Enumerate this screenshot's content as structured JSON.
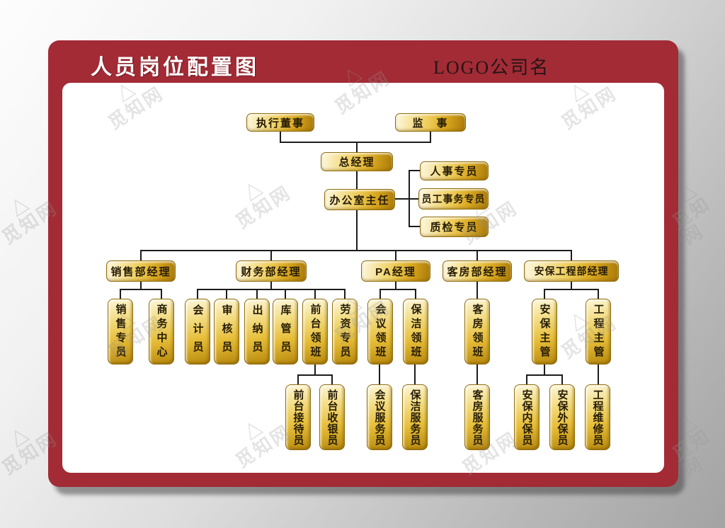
{
  "header": {
    "title": "人员岗位配置图",
    "logo_text": "LOGO公司名"
  },
  "watermark": {
    "text": "觅知网",
    "icon": "triangle-logo"
  },
  "colors": {
    "frame_red": "#a22b35",
    "gold_light": "#fdf8e3",
    "gold_dark": "#aa7a08",
    "connector": "#1c1c1c",
    "card_bg": "#ffffff"
  },
  "org": {
    "nodes": [
      {
        "id": "exec-director",
        "label": "执行董事",
        "reports_to": null
      },
      {
        "id": "supervisor",
        "label": "监　事",
        "reports_to": null
      },
      {
        "id": "general-manager",
        "label": "总经理",
        "reports_to": [
          "exec-director",
          "supervisor"
        ]
      },
      {
        "id": "office-director",
        "label": "办公室主任",
        "reports_to": [
          "general-manager"
        ]
      },
      {
        "id": "hr-specialist",
        "label": "人事专员",
        "reports_to": [
          "office-director"
        ]
      },
      {
        "id": "staff-affairs-specialist",
        "label": "员工事务专员",
        "reports_to": [
          "office-director"
        ]
      },
      {
        "id": "qc-specialist",
        "label": "质检专员",
        "reports_to": [
          "office-director"
        ]
      },
      {
        "id": "sales-manager",
        "label": "销售部经理",
        "reports_to": [
          "office-director"
        ]
      },
      {
        "id": "finance-manager",
        "label": "财务部经理",
        "reports_to": [
          "office-director"
        ]
      },
      {
        "id": "pa-manager",
        "label": "PA经理",
        "reports_to": [
          "office-director"
        ]
      },
      {
        "id": "housekeeping-manager",
        "label": "客房部经理",
        "reports_to": [
          "office-director"
        ]
      },
      {
        "id": "security-engineering-manager",
        "label": "安保工程部经理",
        "reports_to": [
          "office-director"
        ]
      },
      {
        "id": "sales-specialist",
        "label": "销售专员",
        "reports_to": [
          "sales-manager"
        ]
      },
      {
        "id": "business-center",
        "label": "商务中心",
        "reports_to": [
          "sales-manager"
        ]
      },
      {
        "id": "accountant",
        "label": "会计员",
        "reports_to": [
          "finance-manager"
        ]
      },
      {
        "id": "auditor",
        "label": "审核员",
        "reports_to": [
          "finance-manager"
        ]
      },
      {
        "id": "cashier",
        "label": "出纳员",
        "reports_to": [
          "finance-manager"
        ]
      },
      {
        "id": "warehouse-keeper",
        "label": "库管员",
        "reports_to": [
          "finance-manager"
        ]
      },
      {
        "id": "front-desk-captain",
        "label": "前台领班",
        "reports_to": [
          "finance-manager"
        ]
      },
      {
        "id": "labor-specialist",
        "label": "劳资专员",
        "reports_to": [
          "finance-manager"
        ]
      },
      {
        "id": "meeting-captain",
        "label": "会议领班",
        "reports_to": [
          "pa-manager"
        ]
      },
      {
        "id": "cleaning-captain",
        "label": "保洁领班",
        "reports_to": [
          "pa-manager"
        ]
      },
      {
        "id": "room-captain",
        "label": "客房领班",
        "reports_to": [
          "housekeeping-manager"
        ]
      },
      {
        "id": "security-supervisor",
        "label": "安保主管",
        "reports_to": [
          "security-engineering-manager"
        ]
      },
      {
        "id": "engineering-supervisor",
        "label": "工程主管",
        "reports_to": [
          "security-engineering-manager"
        ]
      },
      {
        "id": "front-desk-receptionist",
        "label": "前台接待员",
        "reports_to": [
          "front-desk-captain"
        ]
      },
      {
        "id": "front-desk-cashier",
        "label": "前台收银员",
        "reports_to": [
          "front-desk-captain"
        ]
      },
      {
        "id": "meeting-attendant",
        "label": "会议服务员",
        "reports_to": [
          "meeting-captain"
        ]
      },
      {
        "id": "cleaning-attendant",
        "label": "保洁服务员",
        "reports_to": [
          "cleaning-captain"
        ]
      },
      {
        "id": "room-attendant",
        "label": "客房服务员",
        "reports_to": [
          "room-captain"
        ]
      },
      {
        "id": "internal-security-guard",
        "label": "安保内保员",
        "reports_to": [
          "security-supervisor"
        ]
      },
      {
        "id": "external-security-guard",
        "label": "安保外保员",
        "reports_to": [
          "security-supervisor"
        ]
      },
      {
        "id": "maintenance-worker",
        "label": "工程维修员",
        "reports_to": [
          "engineering-supervisor"
        ]
      }
    ]
  }
}
